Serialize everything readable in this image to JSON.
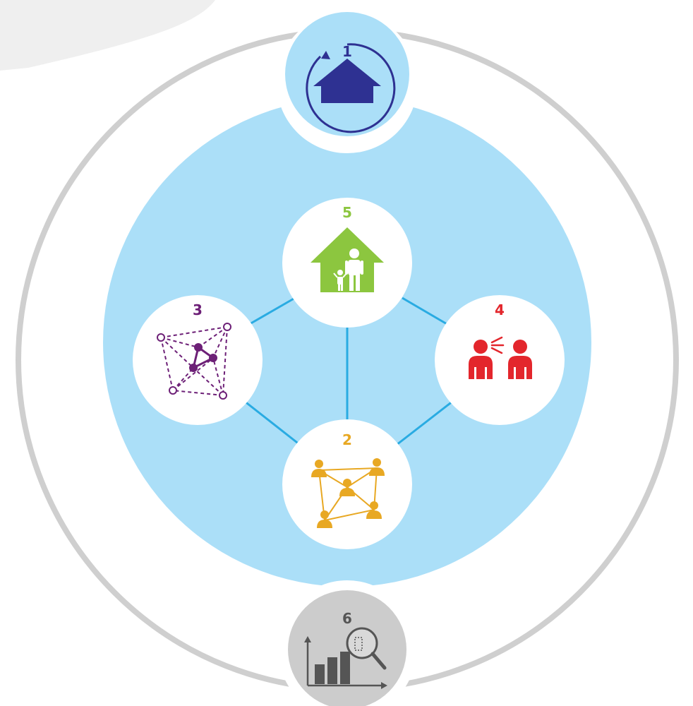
{
  "nodes": {
    "n1": {
      "number": "1",
      "icon": "house-cycle-icon",
      "color": "#2e3192"
    },
    "n2": {
      "number": "2",
      "icon": "people-network-icon",
      "color": "#e8a823"
    },
    "n3": {
      "number": "3",
      "icon": "network-graph-icon",
      "color": "#6d2077"
    },
    "n4": {
      "number": "4",
      "icon": "people-talking-icon",
      "color": "#e3262c"
    },
    "n5": {
      "number": "5",
      "icon": "family-home-icon",
      "color": "#8cc63f"
    },
    "n6": {
      "number": "6",
      "icon": "data-analysis-icon",
      "color": "#555555"
    }
  },
  "colors": {
    "outer_ring": "#cfcfcf",
    "inner_disc": "#abdff8",
    "connector": "#29abe2",
    "node_fill": "#ffffff",
    "node6_fill": "#cccccc"
  }
}
